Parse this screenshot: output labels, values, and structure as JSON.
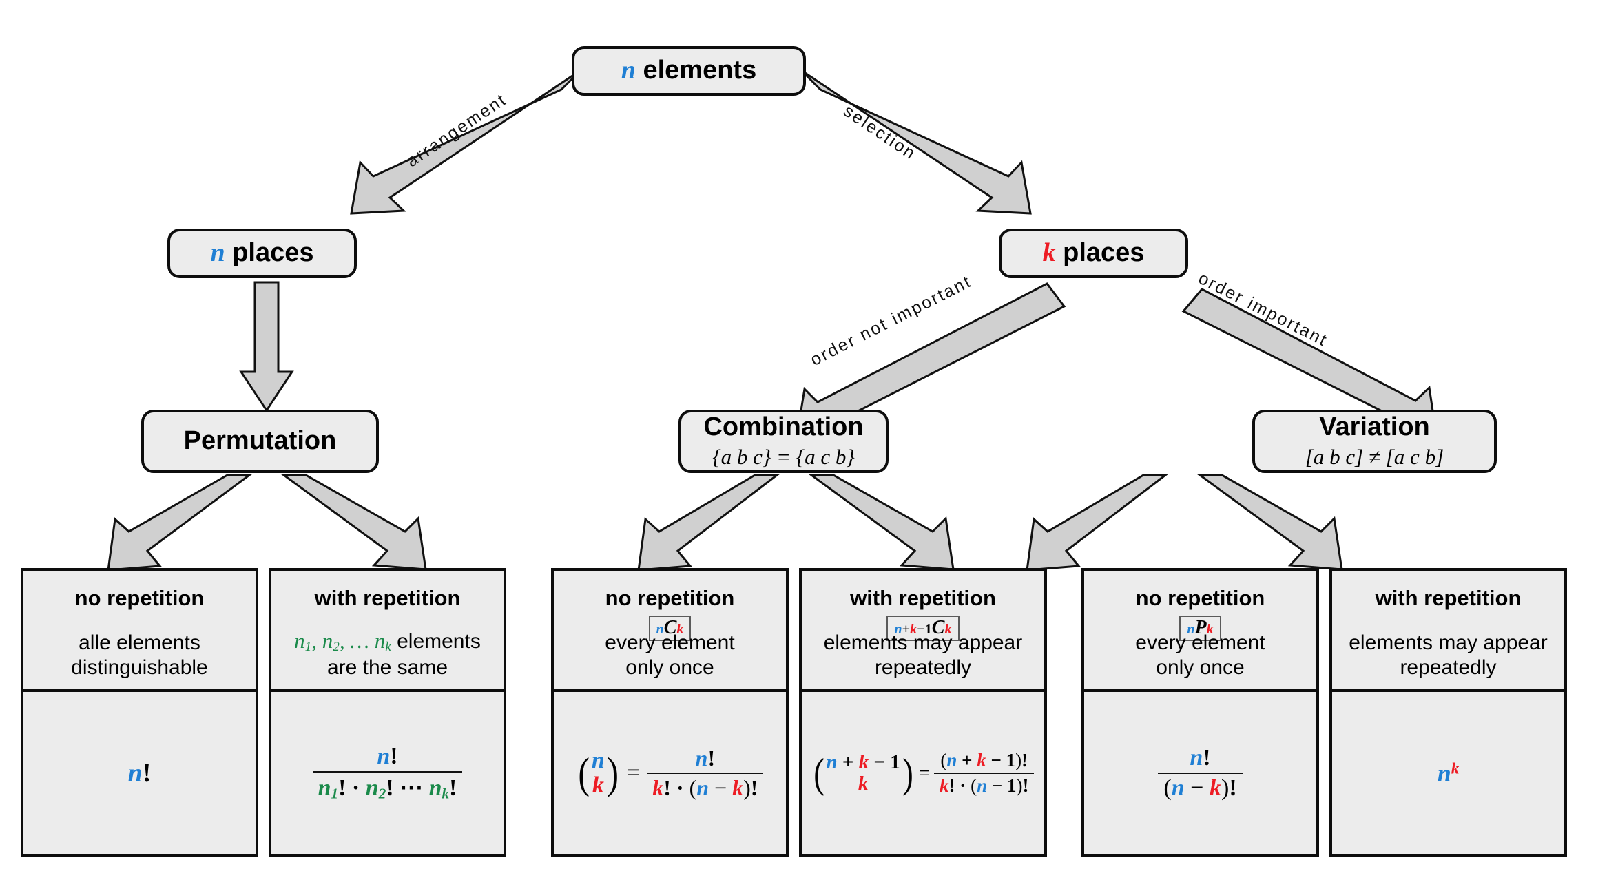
{
  "diagram": {
    "title": "Combinatorics decision tree",
    "colors": {
      "n_color": "#1f7fd4",
      "k_color": "#ed1c24",
      "green": "#1a8a4a",
      "node_fill": "#ececec",
      "node_stroke": "#0d0d0d",
      "arrow_fill": "#d0d0d0"
    }
  },
  "root": {
    "var": "n",
    "label": "elements"
  },
  "edges": {
    "arrangement": "arrangement",
    "selection": "selection",
    "order_not_important": "order not important",
    "order_important": "order important"
  },
  "level2": {
    "left": {
      "var": "n",
      "label": "places"
    },
    "right": {
      "var": "k",
      "label": "places"
    }
  },
  "level3": {
    "permutation": {
      "title": "Permutation",
      "note": ""
    },
    "combination": {
      "title": "Combination",
      "note": "{a b c} = {a c b}"
    },
    "variation": {
      "title": "Variation",
      "note": "[a b c] ≠ [a c b]"
    }
  },
  "leaves": [
    {
      "id": "perm-no-rep",
      "head": "no repetition",
      "symbol": "",
      "desc_line1": "alle elements",
      "desc_line2": "distinguishable",
      "formula": "n!"
    },
    {
      "id": "perm-with-rep",
      "head": "with repetition",
      "symbol": "",
      "desc_line1": "n₁, n₂, … nₖ elements",
      "desc_line2": "are the same",
      "formula": "n! / (n₁! · n₂! ⋯ nₖ!)"
    },
    {
      "id": "comb-no-rep",
      "head": "no repetition",
      "symbol": "nCk",
      "desc_line1": "every element",
      "desc_line2": "only once",
      "formula": "(n choose k) = n! / (k! · (n − k)!)"
    },
    {
      "id": "comb-with-rep",
      "head": "with repetition",
      "symbol": "n+k-1Ck",
      "desc_line1": "elements may appear",
      "desc_line2": "repeatedly",
      "formula": "(n+k−1 choose k) = (n + k − 1)! / (k! · (n − 1)!)"
    },
    {
      "id": "var-no-rep",
      "head": "no repetition",
      "symbol": "nPk",
      "desc_line1": "every element",
      "desc_line2": "only once",
      "formula": "n! / (n − k)!"
    },
    {
      "id": "var-with-rep",
      "head": "with repetition",
      "symbol": "",
      "desc_line1": "elements may appear",
      "desc_line2": "repeatedly",
      "formula": "nᵏ"
    }
  ],
  "math_tokens": {
    "n": "n",
    "k": "k",
    "one": "1",
    "bang": "!",
    "dot": "·",
    "minus": "−",
    "plus": "+",
    "equals": "=",
    "ellipsis": "⋯",
    "C": "C",
    "P": "P"
  }
}
